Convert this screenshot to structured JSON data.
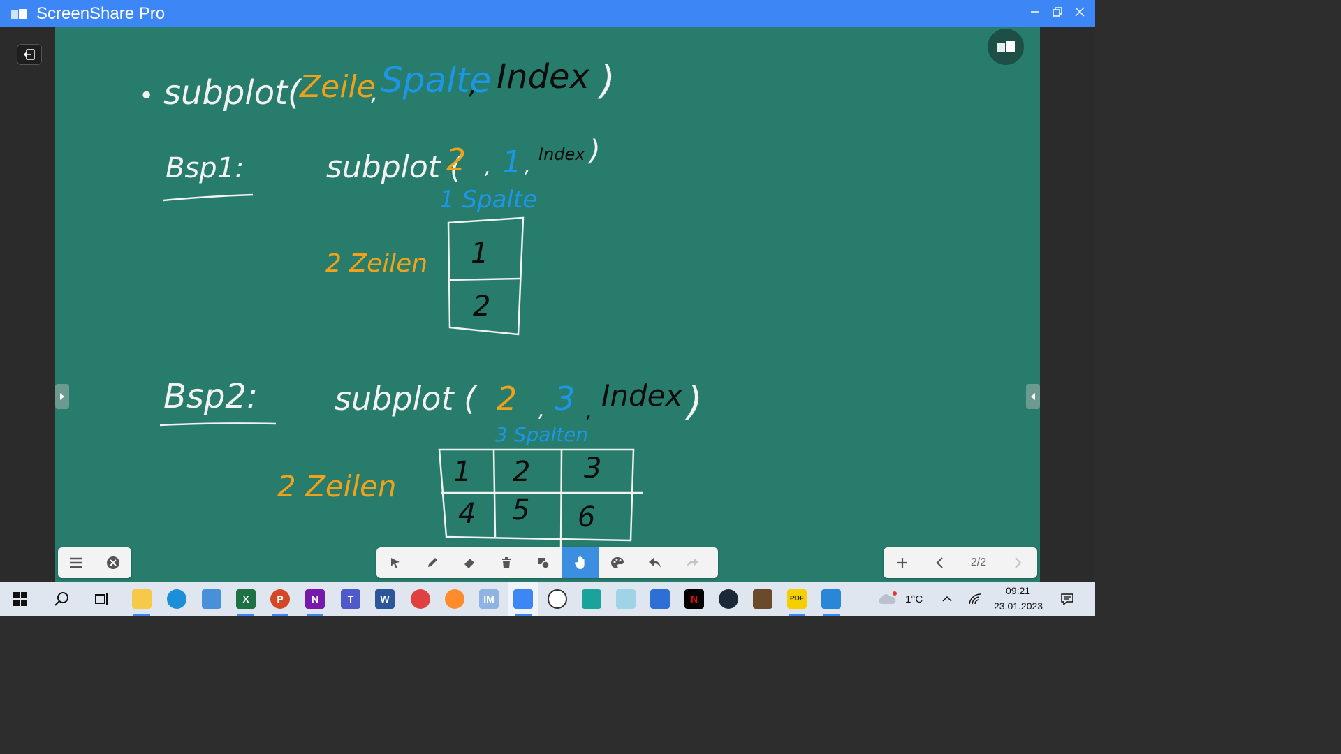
{
  "window": {
    "title": "ScreenShare Pro"
  },
  "board": {
    "line1": {
      "bullet": "•",
      "func": "subplot(",
      "arg1": "Zeile",
      "comma1": ",",
      "arg2": "Spalte",
      "comma2": ",",
      "arg3": "Index",
      "close": ")"
    },
    "ex1": {
      "label": "Bsp1:",
      "func": "subplot (",
      "arg1": "2",
      "arg2": "1",
      "arg3": "Index",
      "close": ")",
      "col_note": "1 Spalte",
      "row_note": "2 Zeilen",
      "cells": [
        "1",
        "2"
      ]
    },
    "ex2": {
      "label": "Bsp2:",
      "func": "subplot (",
      "arg1": "2",
      "arg2": "3",
      "arg3": "Index",
      "close": ")",
      "col_note": "3 Spalten",
      "row_note": "2 Zeilen",
      "cells": [
        "1",
        "2",
        "3",
        "4",
        "5",
        "6"
      ]
    },
    "colors": {
      "white_ink": "#f2f2f2",
      "orange_ink": "#f0a21a",
      "blue_ink": "#1e96e6",
      "black_ink": "#0c0c0c",
      "background": "#277c6c"
    }
  },
  "toolbar_left": {
    "icons": [
      "menu-icon",
      "close-circle-icon"
    ]
  },
  "toolbar_center": {
    "tools": [
      "pointer-tool",
      "pen-tool",
      "eraser-tool",
      "delete-tool",
      "shapes-tool",
      "hand-tool",
      "palette-tool",
      "undo",
      "redo"
    ],
    "active": "hand-tool"
  },
  "toolbar_right": {
    "page_indicator": "2/2"
  },
  "taskbar": {
    "apps": [
      "start",
      "search",
      "task-view",
      "file-explorer",
      "edge",
      "screen-tool",
      "excel",
      "powerpoint",
      "onenote",
      "teams",
      "word",
      "snip-tool",
      "paint-3d",
      "im-app",
      "screenshare-pro",
      "geogebra",
      "math-app",
      "notes-app",
      "microsoft-store",
      "netflix",
      "steam",
      "minecraft",
      "pdf-app",
      "photos"
    ],
    "weather": "1°C",
    "time": "09:21",
    "date": "23.01.2023"
  }
}
